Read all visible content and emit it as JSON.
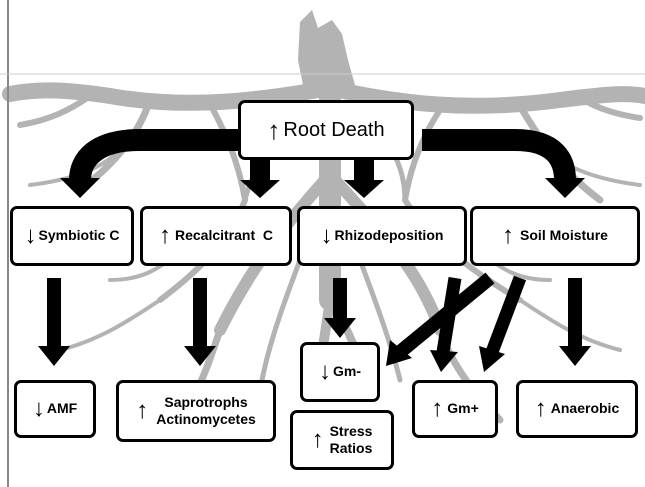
{
  "nodes": {
    "root_death": {
      "arrow": "↑",
      "label": "Root Death"
    },
    "symbiotic_c": {
      "arrow": "↓",
      "label": "Symbiotic C"
    },
    "recalcitrant_c": {
      "arrow": "↑",
      "label": "Recalcitrant  C"
    },
    "rhizodeposition": {
      "arrow": "↓",
      "label": "Rhizodeposition"
    },
    "soil_moisture": {
      "arrow": "↑",
      "label": "Soil Moisture"
    },
    "amf": {
      "arrow": "↓",
      "label": "AMF"
    },
    "saprotrophs": {
      "arrow": "↑",
      "line1": "Saprotrophs",
      "line2": "Actinomycetes"
    },
    "gm_minus": {
      "arrow": "↓",
      "label": "Gm-"
    },
    "stress_ratios": {
      "arrow": "↑",
      "line1": "Stress",
      "line2": "Ratios"
    },
    "gm_plus": {
      "arrow": "↑",
      "label": "Gm+"
    },
    "anaerobic": {
      "arrow": "↑",
      "label": "Anaerobic"
    }
  },
  "colors": {
    "roots": "#b3b3b3",
    "arrows": "#000000",
    "box_border": "#000000",
    "box_fill": "#ffffff"
  }
}
